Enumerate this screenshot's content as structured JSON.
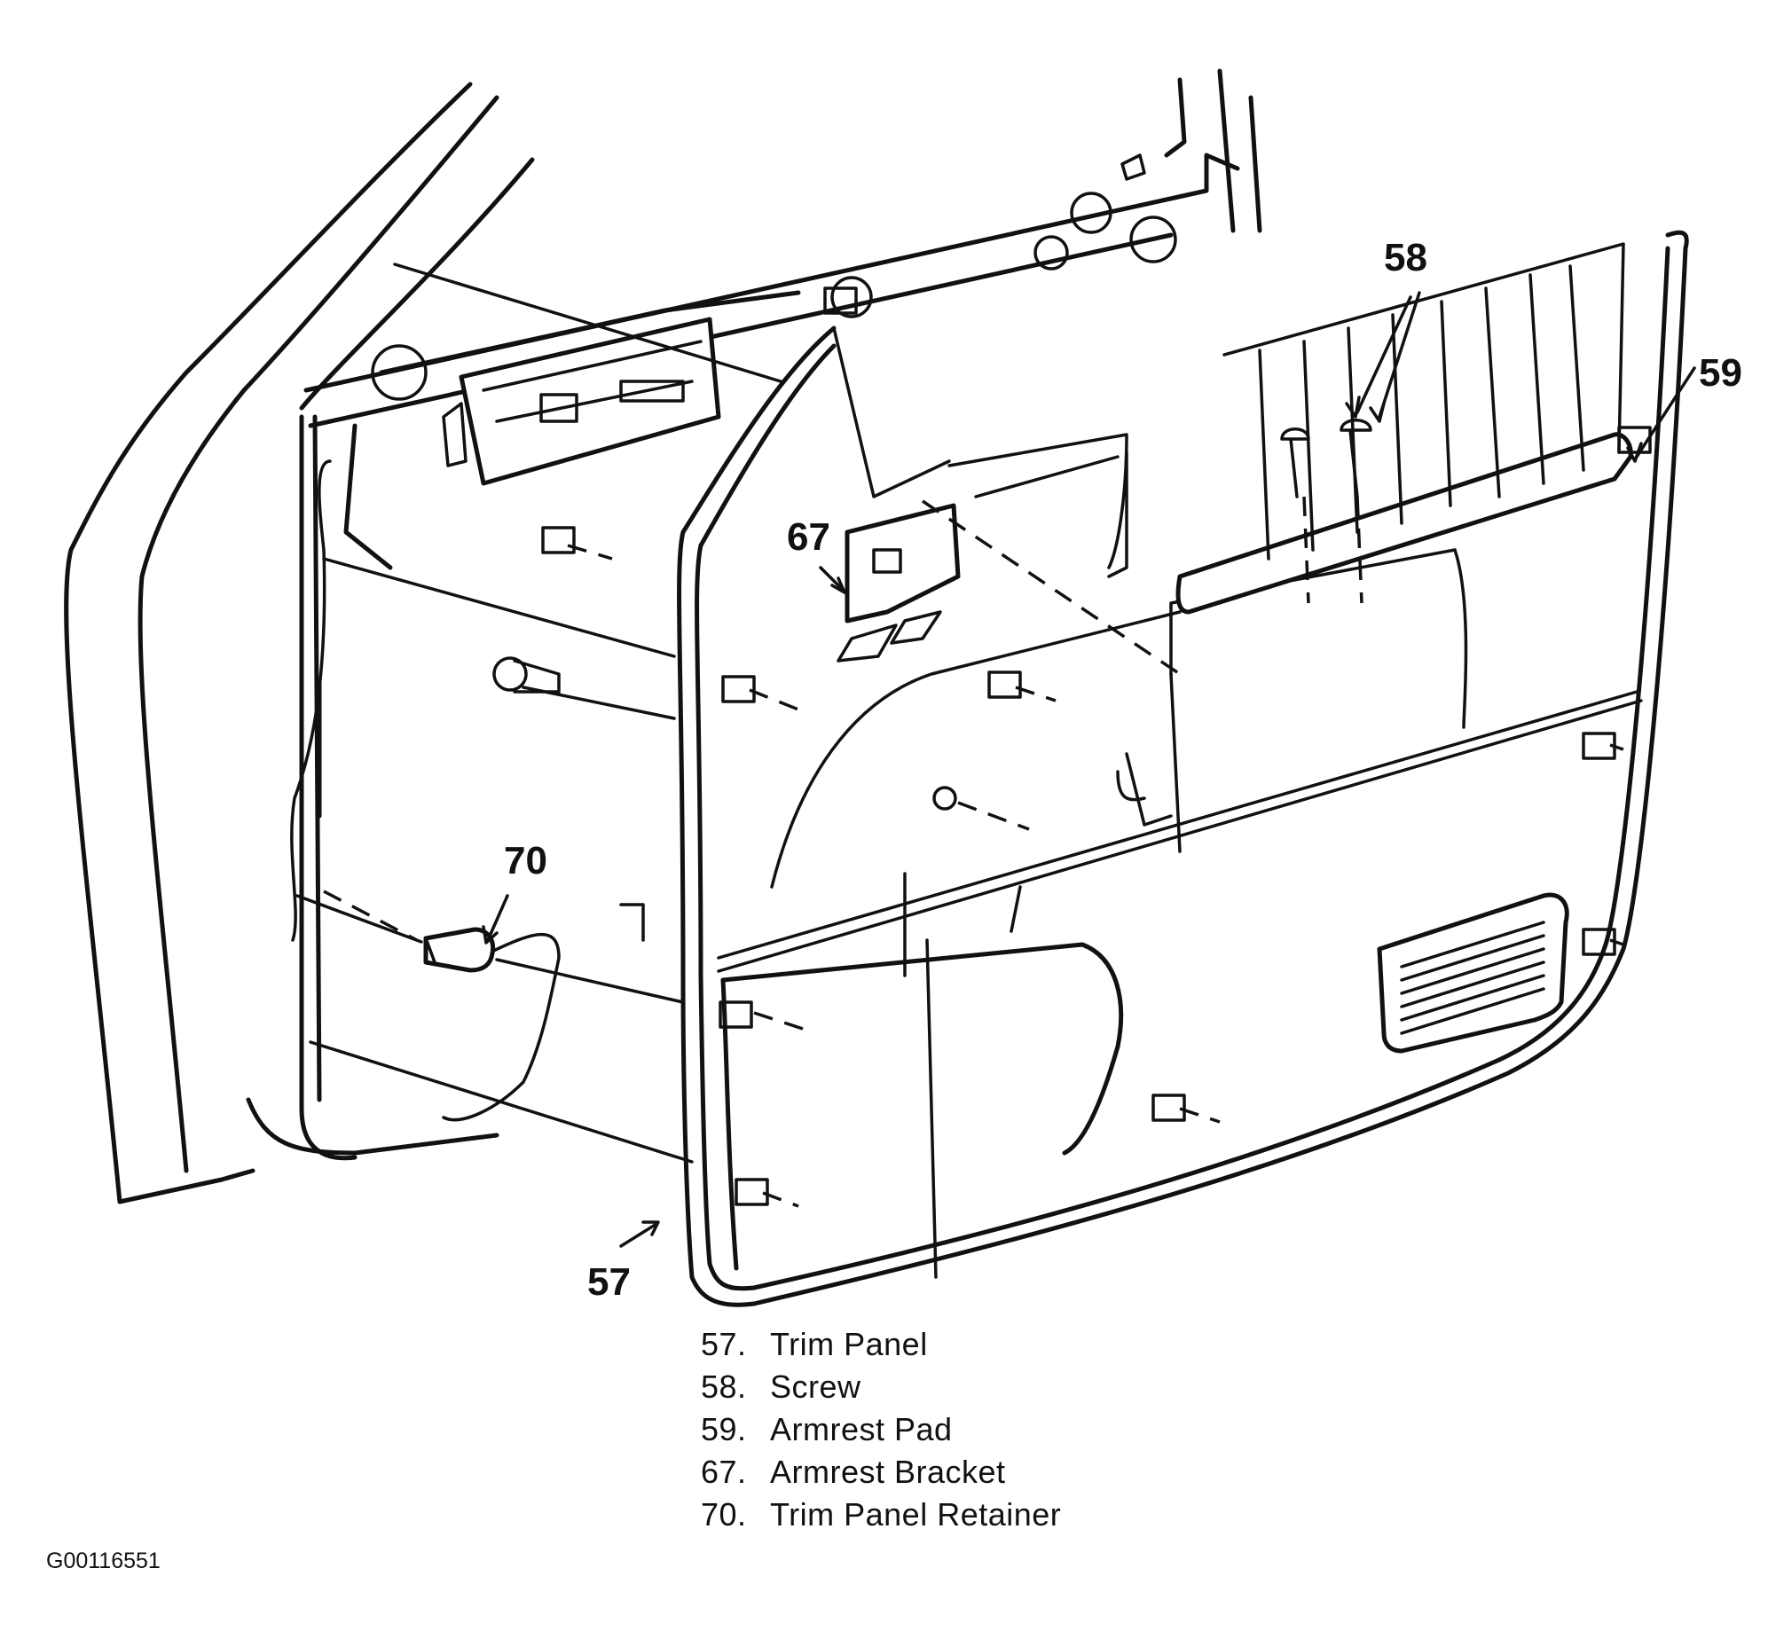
{
  "callouts": {
    "c57": "57",
    "c58": "58",
    "c59": "59",
    "c67": "67",
    "c70": "70"
  },
  "legend": [
    {
      "num": "57.",
      "label": "Trim Panel"
    },
    {
      "num": "58.",
      "label": "Screw"
    },
    {
      "num": "59.",
      "label": "Armrest Pad"
    },
    {
      "num": "67.",
      "label": "Armrest Bracket"
    },
    {
      "num": "70.",
      "label": "Trim Panel Retainer"
    }
  ],
  "figure_id": "G00116551"
}
